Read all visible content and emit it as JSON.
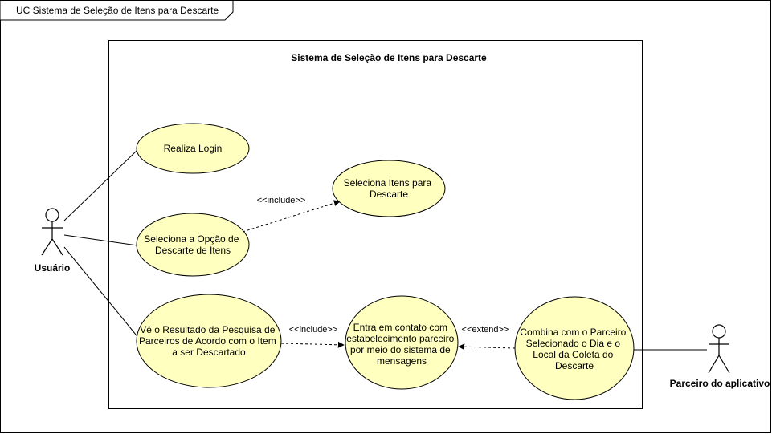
{
  "frame": {
    "title": "UC Sistema de Seleção de Itens para Descarte"
  },
  "system": {
    "title": "Sistema de Seleção de Itens para Descarte"
  },
  "actors": {
    "usuario": "Usuário",
    "parceiro": "Parceiro do aplicativo"
  },
  "use_cases": {
    "realiza_login": [
      "Realiza Login"
    ],
    "seleciona_itens": [
      "Seleciona Itens para",
      "Descarte"
    ],
    "seleciona_opcao": [
      "Seleciona a Opção de",
      "Descarte de Itens"
    ],
    "ve_resultado": [
      "Vê o Resultado da Pesquisa de",
      "Parceiros de Acordo com o Item",
      "a ser Descartado"
    ],
    "entra_contato": [
      "Entra em contato com",
      "estabelecimento parceiro",
      "por meio do sistema de",
      "mensagens"
    ],
    "combina_parceiro": [
      "Combina com o Parceiro",
      "Selecionado o Dia e o",
      "Local da Coleta do",
      "Descarte"
    ]
  },
  "relations": {
    "include_1": "<<include>>",
    "include_2": "<<include>>",
    "extend_1": "<<extend>>"
  },
  "colors": {
    "usecase_fill": "#ffffc0",
    "stroke": "#000000",
    "background": "#ffffff"
  }
}
